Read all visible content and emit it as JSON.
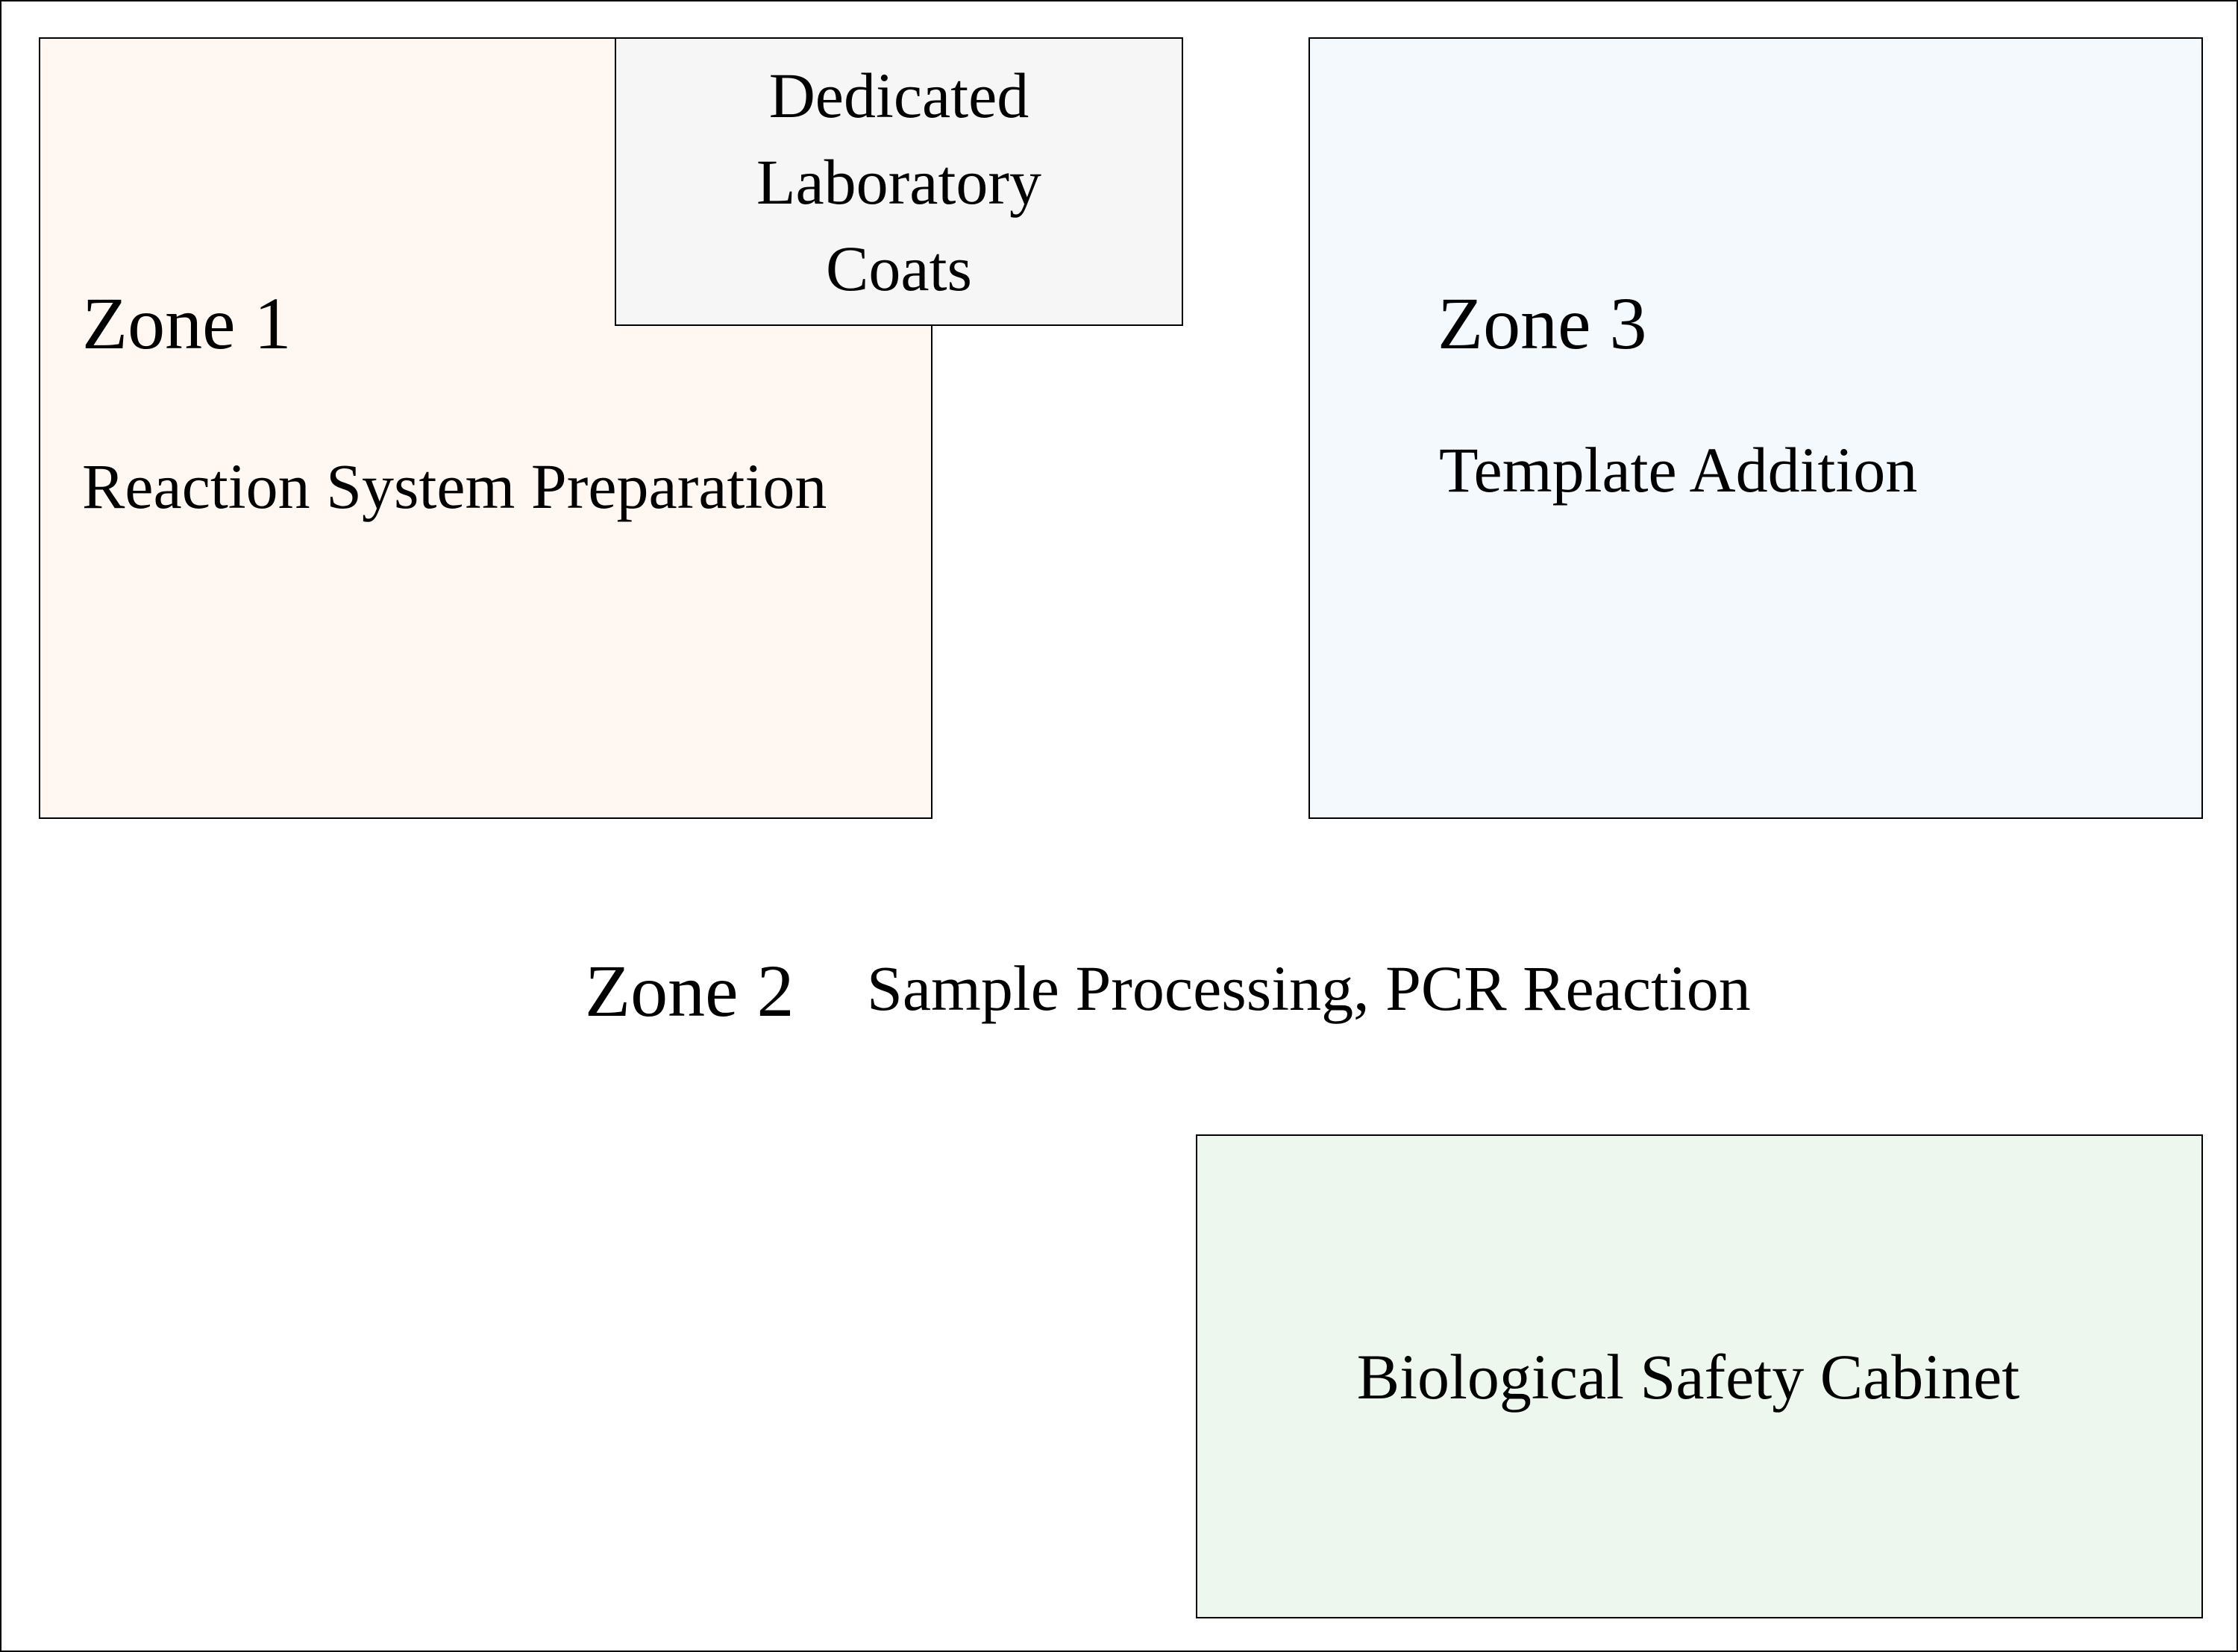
{
  "colors": {
    "zone1_fill": "#fff7f2",
    "zone3_fill": "#f4f9fd",
    "coats_fill": "#f6f6f6",
    "bsc_fill": "#eef7ee",
    "border": "#000000",
    "background": "#ffffff"
  },
  "zone1": {
    "title": "Zone 1",
    "description": "Reaction System Preparation"
  },
  "coats": {
    "label": "Dedicated Laboratory Coats"
  },
  "zone3": {
    "title": "Zone 3",
    "description": "Template Addition"
  },
  "zone2": {
    "title": "Zone 2",
    "description": "Sample Processing, PCR Reaction"
  },
  "bsc": {
    "label": "Biological Safety Cabinet"
  }
}
